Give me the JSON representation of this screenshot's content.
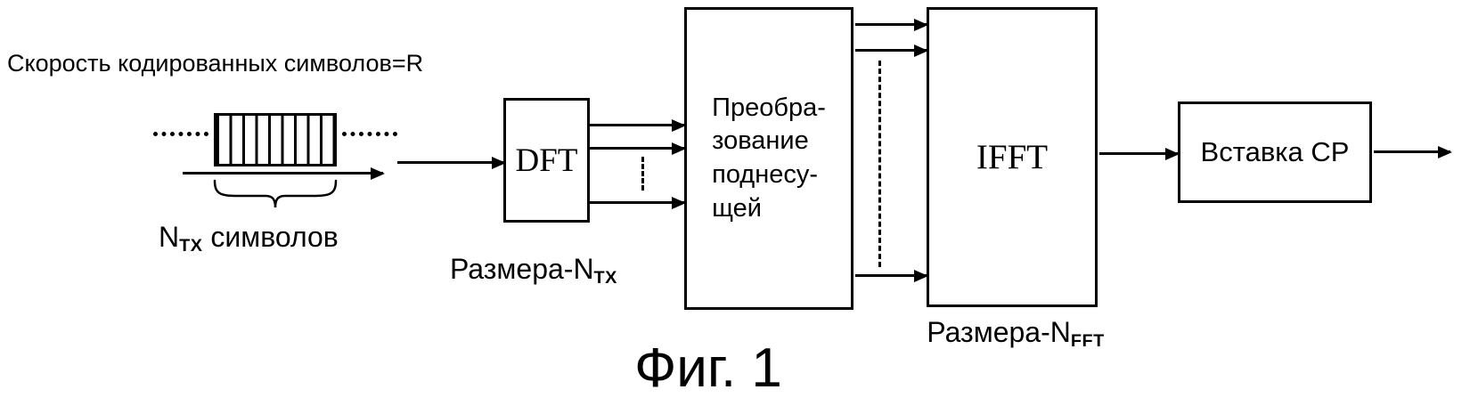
{
  "labels": {
    "rate": "Скорость кодированных символов=R",
    "ntx_n": "N",
    "ntx_sub": "TX",
    "ntx_rest": " символов",
    "dft_size_main": "Размера-N",
    "dft_size_sub": "TX",
    "ifft_size_main": "Размера-N",
    "ifft_size_sub": "FFT",
    "caption": "Фиг. 1"
  },
  "blocks": {
    "dft": "DFT",
    "mapping": "Преобра-\nзование\nподнесу-\nщей",
    "ifft": "IFFT",
    "cp": "Вставка CP"
  },
  "colors": {
    "ink": "#000000",
    "background": "#ffffff"
  }
}
